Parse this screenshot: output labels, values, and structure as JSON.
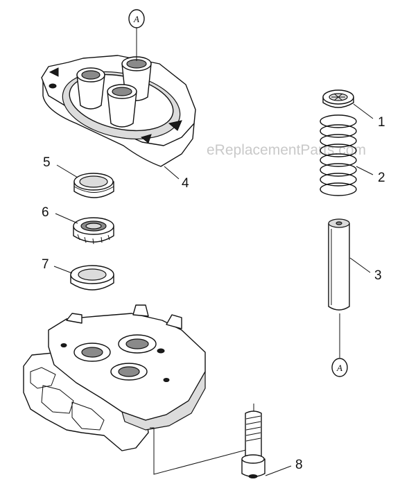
{
  "watermark": "eReplacementParts.com",
  "reference_marker": "A",
  "callouts": [
    {
      "id": "1",
      "label": "1",
      "part": "spring-retainer-ring"
    },
    {
      "id": "2",
      "label": "2",
      "part": "coil-spring"
    },
    {
      "id": "3",
      "label": "3",
      "part": "valve-pin"
    },
    {
      "id": "4",
      "label": "4",
      "part": "valve-cover-housing"
    },
    {
      "id": "5",
      "label": "5",
      "part": "seal-ring"
    },
    {
      "id": "6",
      "label": "6",
      "part": "grooved-seal"
    },
    {
      "id": "7",
      "label": "7",
      "part": "flat-gasket-ring"
    },
    {
      "id": "8",
      "label": "8",
      "part": "socket-head-bolt"
    }
  ]
}
